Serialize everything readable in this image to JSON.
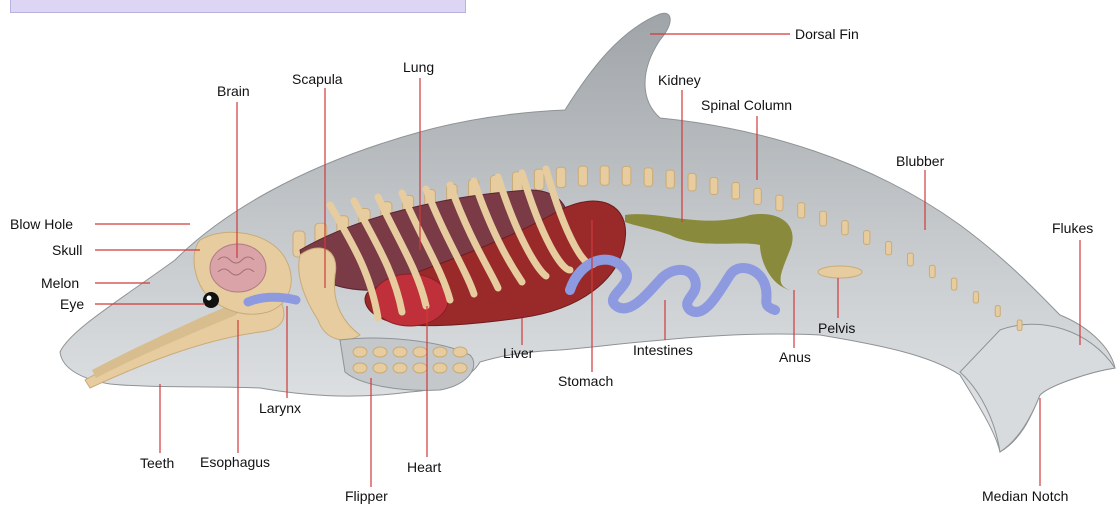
{
  "colors": {
    "banner": "#dcd6f4",
    "body": "#bfc3c6",
    "bone": "#e6cc9e",
    "lung": "#7a3a46",
    "liver": "#9a2a2a",
    "heart": "#c0303a",
    "intestines": "#8d9ae0",
    "stomach_duct": "#8a8a3c",
    "brain": "#d9a3a8",
    "leader": "#cf3a3a"
  },
  "labels": {
    "dorsal_fin": "Dorsal Fin",
    "brain": "Brain",
    "scapula": "Scapula",
    "lung": "Lung",
    "kidney": "Kidney",
    "spinal_column": "Spinal Column",
    "blubber": "Blubber",
    "blow_hole": "Blow Hole",
    "skull": "Skull",
    "melon": "Melon",
    "eye": "Eye",
    "flukes": "Flukes",
    "liver": "Liver",
    "intestines": "Intestines",
    "stomach": "Stomach",
    "anus": "Anus",
    "pelvis": "Pelvis",
    "larynx": "Larynx",
    "teeth": "Teeth",
    "esophagus": "Esophagus",
    "heart": "Heart",
    "flipper": "Flipper",
    "median_notch": "Median Notch"
  }
}
